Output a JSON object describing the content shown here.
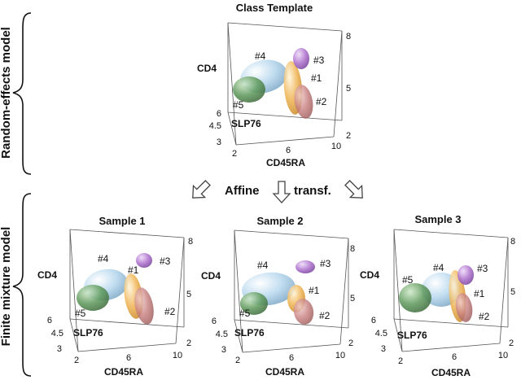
{
  "side_labels": {
    "upper": "Random-effects model",
    "lower": "Finite mixture model"
  },
  "transform_labels": {
    "left": "Affine",
    "right": "transf."
  },
  "axes": {
    "cd4": "CD4",
    "slp76": "SLP76",
    "cd45ra": "CD45RA",
    "slp76_ticks": [
      "6",
      "4.5",
      "3"
    ],
    "cd45ra_ticks": [
      "2",
      "6",
      "10"
    ],
    "cd4_ticks": [
      "8",
      "5",
      "2"
    ]
  },
  "cluster_colors": {
    "c1": "#f0b75a",
    "c2": "#c98080",
    "c3": "#b37ad1",
    "c4": "#b8d8ee",
    "c5": "#5f9a5c"
  },
  "panels": [
    {
      "title": "Class Template",
      "clusters": {
        "c1": "#1",
        "c2": "#2",
        "c3": "#3",
        "c4": "#4",
        "c5": "#5"
      }
    },
    {
      "title": "Sample 1",
      "clusters": {
        "c1": "#1",
        "c2": "#2",
        "c3": "#3",
        "c4": "#4",
        "c5": "#5"
      }
    },
    {
      "title": "Sample 2",
      "clusters": {
        "c1": "#1",
        "c2": "#2",
        "c3": "#3",
        "c4": "#4",
        "c5": "#5"
      }
    },
    {
      "title": "Sample 3",
      "clusters": {
        "c1": "#1",
        "c2": "#2",
        "c3": "#3",
        "c4": "#4",
        "c5": "#5"
      }
    }
  ]
}
